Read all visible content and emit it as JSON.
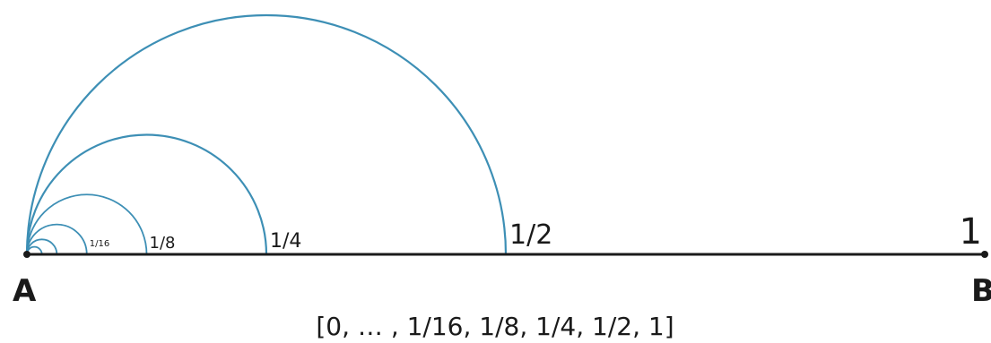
{
  "diagram": {
    "arc_color": "#3d8fb5",
    "line_color": "#1a1a1a",
    "point_a": "A",
    "point_b": "B",
    "marks": [
      {
        "value": 1,
        "label": "1"
      },
      {
        "value": 0.5,
        "label": "1/2"
      },
      {
        "value": 0.25,
        "label": "1/4"
      },
      {
        "value": 0.125,
        "label": "1/8"
      },
      {
        "value": 0.0625,
        "label": "1/16"
      },
      {
        "value": 0.03125,
        "label": ""
      },
      {
        "value": 0.015625,
        "label": ""
      }
    ],
    "caption": "[0, … , 1/16, 1/8, 1/4, 1/2, 1]"
  }
}
